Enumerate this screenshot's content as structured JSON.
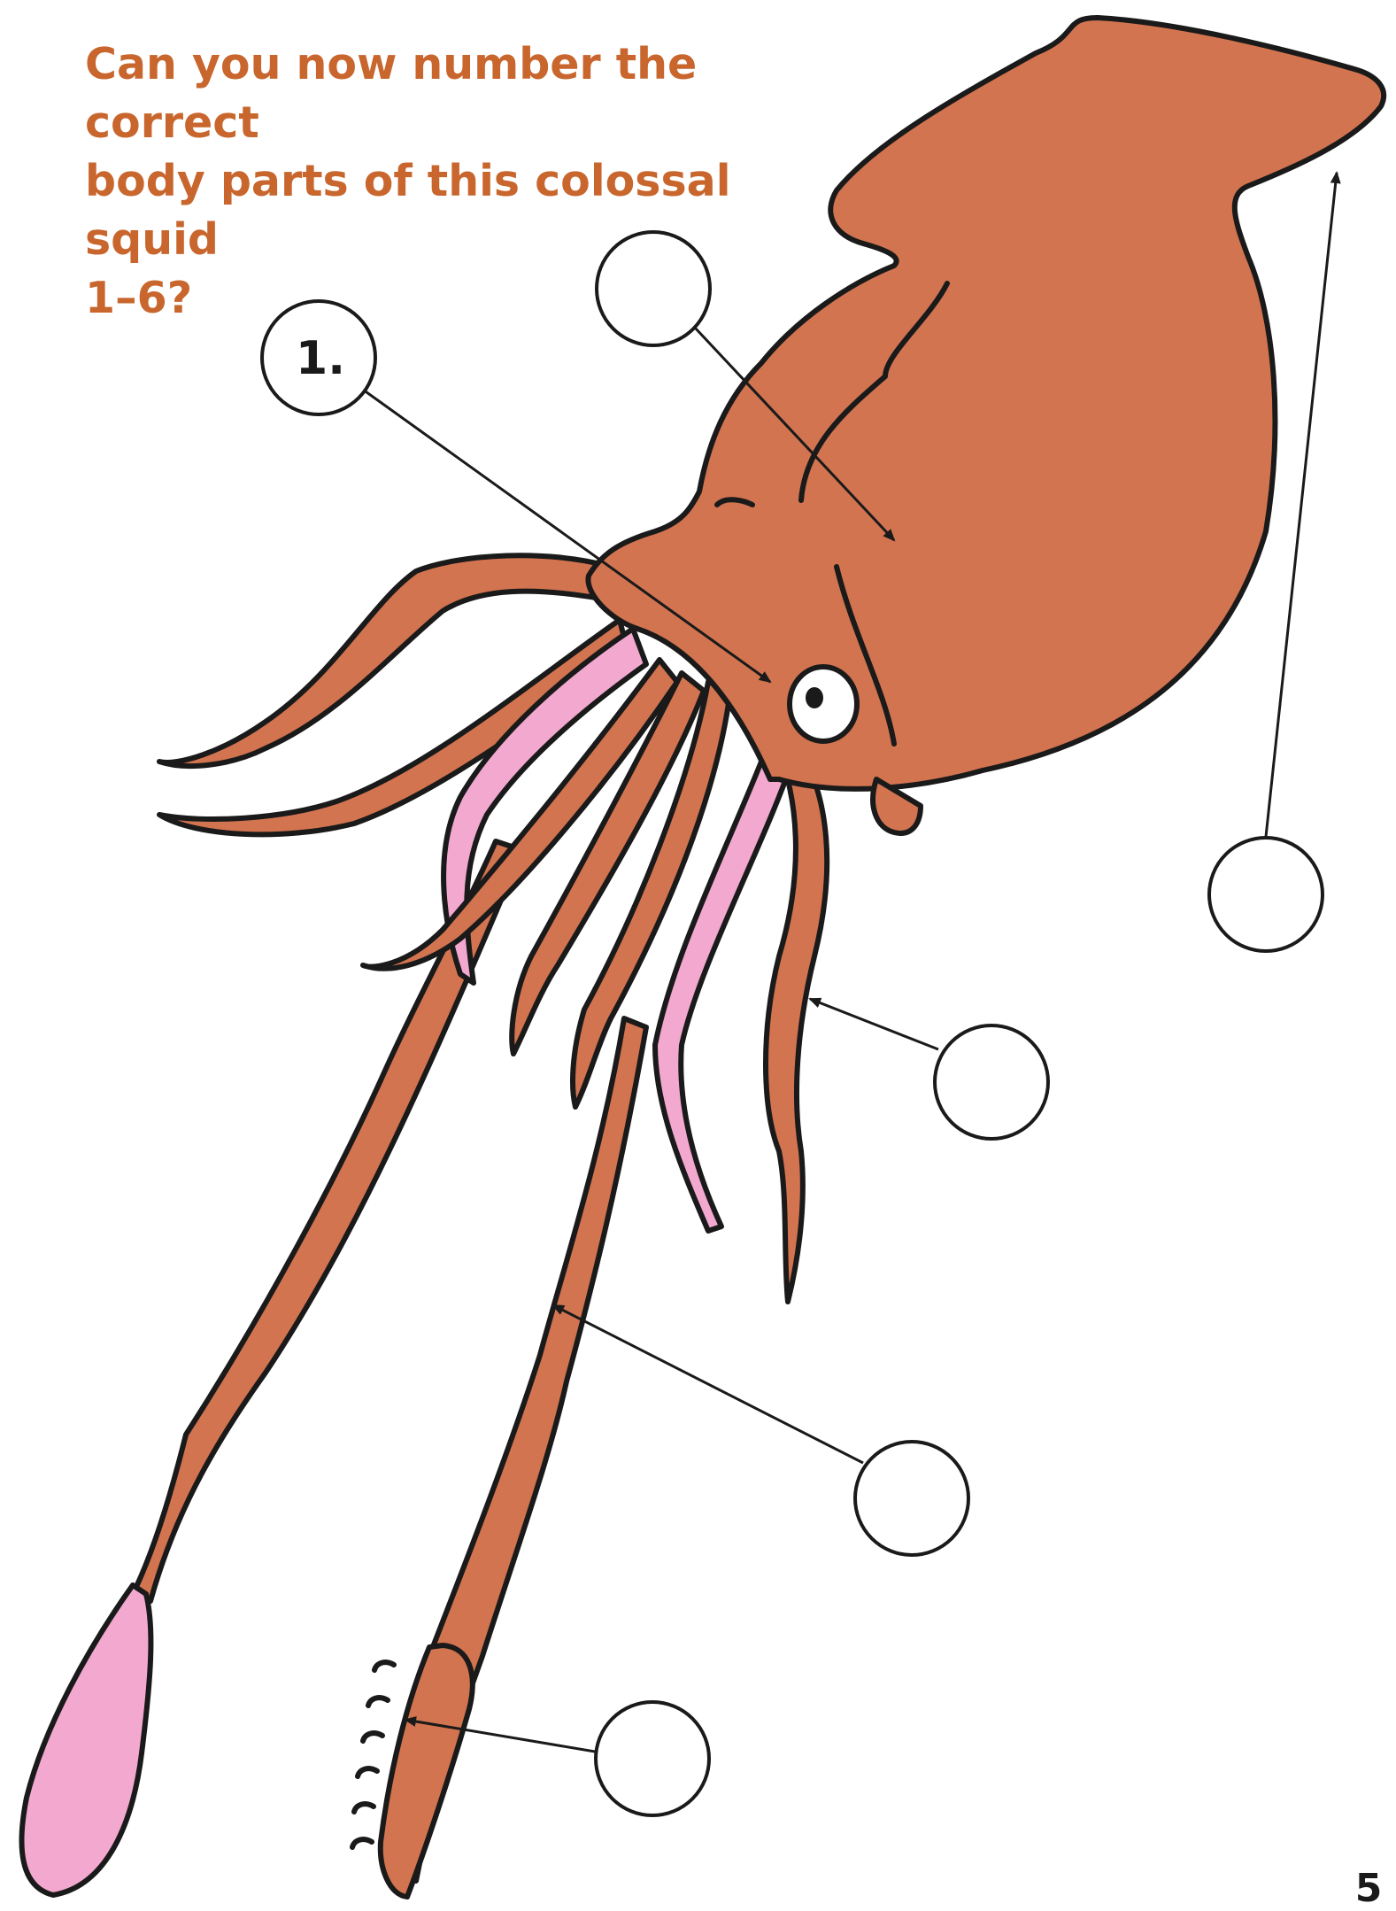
{
  "question": {
    "line1": "Can you now number the correct",
    "line2": "body parts of this colossal squid",
    "line3": "1–6?"
  },
  "label_circles": [
    {
      "id": "eye",
      "label": "1."
    },
    {
      "id": "mantle",
      "label": ""
    },
    {
      "id": "fin",
      "label": ""
    },
    {
      "id": "arm",
      "label": ""
    },
    {
      "id": "tentacle",
      "label": ""
    },
    {
      "id": "hooks",
      "label": ""
    }
  ],
  "page_number": "5",
  "colors": {
    "heading": "#c8662e",
    "body": "#d27450",
    "suckers": "#f3a9cf",
    "outline": "#1a1a1a"
  }
}
